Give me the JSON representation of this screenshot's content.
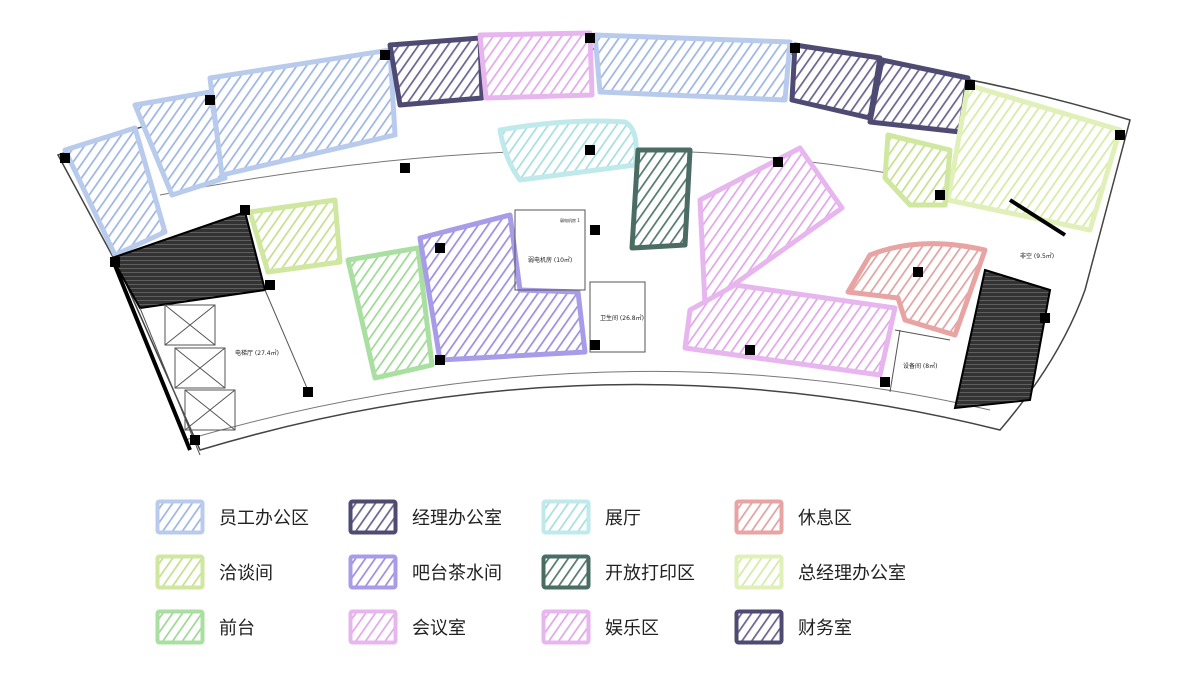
{
  "rooms": {
    "elevator_hall": "电梯厅 (27.4㎡)",
    "weak_current": "弱电机房 (10㎡)",
    "weak_current_small": "弱电机房 1",
    "toilet": "卫生间 (26.8㎡)",
    "void": "非空 (9.5㎡)",
    "equipment": "设备间 (8㎡)"
  },
  "legend": [
    {
      "label": "员工办公区",
      "color": "#b9cbec",
      "line": "#9fb6e3"
    },
    {
      "label": "经理办公室",
      "color": "#4e4a72",
      "line": "#6b6590"
    },
    {
      "label": "展厅",
      "color": "#bfe9ea",
      "line": "#a8dfe0"
    },
    {
      "label": "休息区",
      "color": "#e8a3a3",
      "line": "#e2a3a3"
    },
    {
      "label": "洽谈间",
      "color": "#cfe79e",
      "line": "#c6e08f"
    },
    {
      "label": "吧台茶水间",
      "color": "#a89ce8",
      "line": "#9d90e0"
    },
    {
      "label": "开放打印区",
      "color": "#4a6c63",
      "line": "#567a71"
    },
    {
      "label": "总经理办公室",
      "color": "#e1f0b8",
      "line": "#d6eba5"
    },
    {
      "label": "前台",
      "color": "#a9dfa0",
      "line": "#9fd995"
    },
    {
      "label": "会议室",
      "color": "#e7b6ef",
      "line": "#e2aaea"
    },
    {
      "label": "娱乐区",
      "color": "#e7b6ef",
      "line": "#e0a8e8"
    },
    {
      "label": "财务室",
      "color": "#4e4a72",
      "line": "#6b6590"
    }
  ]
}
